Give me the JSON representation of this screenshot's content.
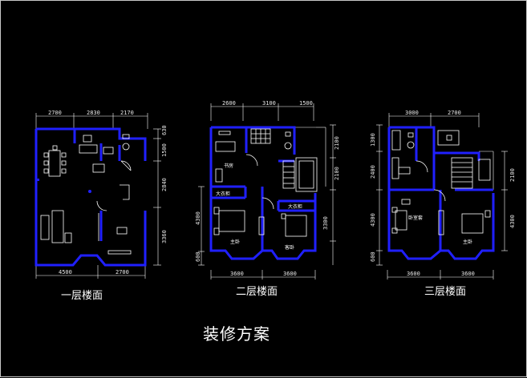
{
  "title": "装修方案",
  "floors": [
    {
      "title": "一层楼面",
      "top_dims": [
        "2700",
        "2830",
        "2170"
      ],
      "bottom_dims": [
        "4500",
        "2700"
      ],
      "side_dims": [
        "630",
        "1500",
        "2840",
        "3360"
      ],
      "rooms": []
    },
    {
      "title": "二层楼面",
      "top_dims": [
        "2600",
        "3100",
        "1500"
      ],
      "bottom_dims": [
        "3600",
        "3600"
      ],
      "side_dims_left": [
        "4300",
        "600"
      ],
      "side_dims_right": [
        "2100",
        "2100",
        "3300"
      ],
      "rooms": [
        "书房",
        "大衣柜",
        "大衣柜",
        "主卧",
        "客卧"
      ]
    },
    {
      "title": "三层楼面",
      "top_dims": [
        "3000",
        "2700"
      ],
      "bottom_dims": [
        "3600",
        "3600"
      ],
      "side_dims_left": [
        "1300",
        "2400",
        "4300",
        "600"
      ],
      "side_dims_right": [
        "2100",
        "4300"
      ],
      "rooms": [
        "卧室套",
        "主卧"
      ]
    }
  ],
  "colors": {
    "wall": "#2020ff",
    "line": "#ffffff",
    "dim": "#e8e8e8",
    "background": "#000000"
  }
}
